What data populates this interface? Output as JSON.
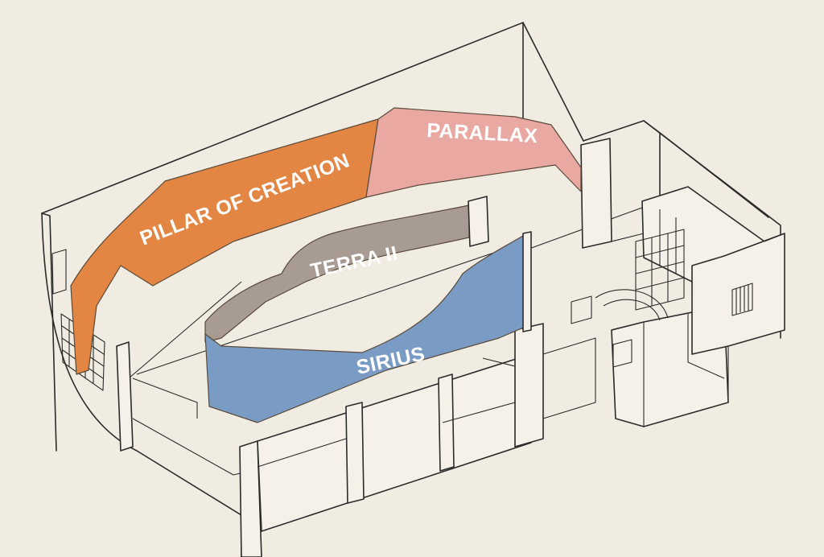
{
  "zones": [
    {
      "id": "pillar",
      "label": "PILLAR OF CREATION",
      "color": "#e38543"
    },
    {
      "id": "parallax",
      "label": "PARALLAX",
      "color": "#eaa8a3"
    },
    {
      "id": "terra",
      "label": "TERRA II",
      "color": "#a89b94"
    },
    {
      "id": "sirius",
      "label": "SIRIUS",
      "color": "#7a9cc4"
    }
  ]
}
